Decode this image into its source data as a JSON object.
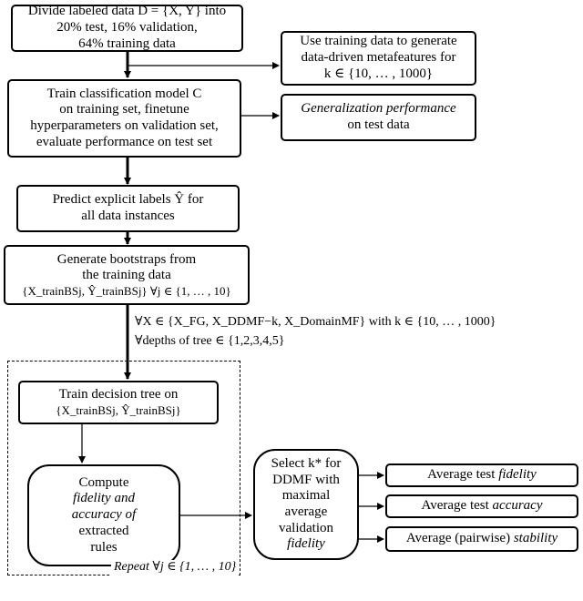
{
  "steps": {
    "split": [
      "Divide labeled data D = {X, Y} into",
      "20% test, 16% validation,",
      "64% training data"
    ],
    "metafeatures": [
      "Use training data to generate",
      "data-driven metafeatures for",
      "k ∈ {10, … , 1000}"
    ],
    "train_model": [
      "Train classification model C",
      "on training set, finetune",
      "hyperparameters on validation set,",
      "evaluate performance on test set"
    ],
    "generalization": [
      "Generalization performance",
      "on test data"
    ],
    "predict": [
      "Predict explicit labels Ŷ for",
      "all data instances"
    ],
    "bootstrap": [
      "Generate bootstraps from",
      "the training data",
      "{X_trainBSj, Ŷ_trainBSj} ∀j ∈ {1, … , 10}"
    ],
    "loop_conditions": [
      "∀X ∈ {X_FG, X_DDMF−k, X_DomainMF} with k ∈ {10, … , 1000}",
      "∀depths of tree ∈ {1,2,3,4,5}"
    ],
    "train_tree": [
      "Train decision tree on",
      "{X_trainBSj, Ŷ_trainBSj}"
    ],
    "compute": [
      "Compute",
      "fidelity and",
      "accuracy of",
      "extracted",
      "rules"
    ],
    "select": [
      "Select k* for",
      "DDMF with",
      "maximal",
      "average",
      "validation",
      "fidelity"
    ],
    "repeat": "Repeat ∀j ∈ {1, … , 10}"
  },
  "outputs": [
    {
      "prefix": "Average test ",
      "term": "fidelity"
    },
    {
      "prefix": "Average test ",
      "term": "accuracy"
    },
    {
      "prefix": "Average (pairwise) ",
      "term": "stability"
    }
  ]
}
